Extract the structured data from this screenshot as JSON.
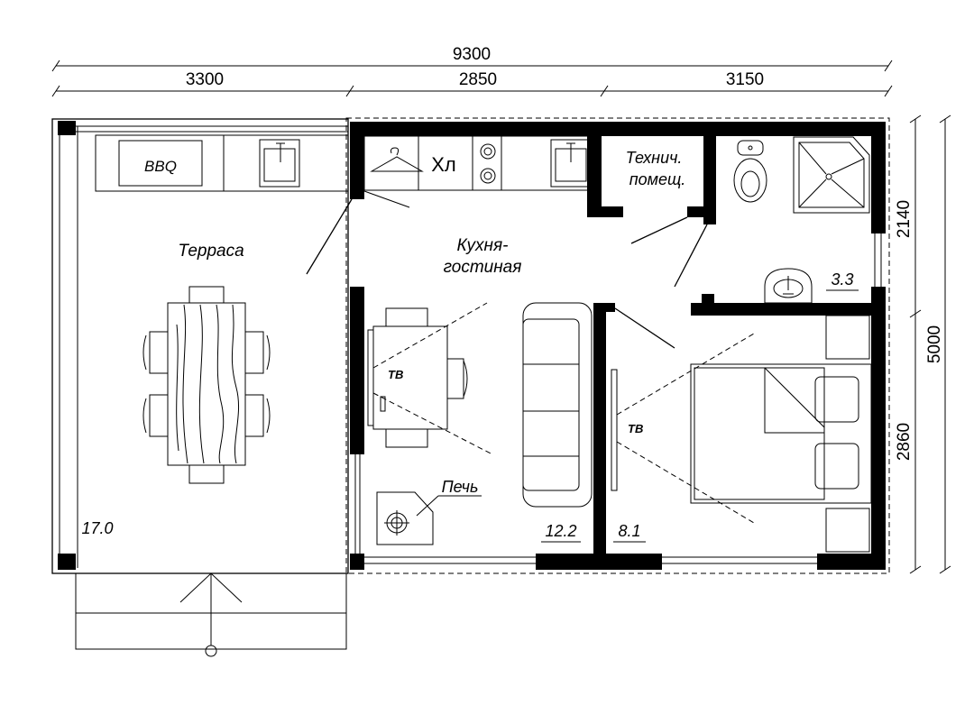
{
  "dimensions": {
    "total_width": "9300",
    "seg1": "3300",
    "seg2": "2850",
    "seg3": "3150",
    "height_top": "2140",
    "height_bottom": "2860",
    "height_total": "5000"
  },
  "rooms": {
    "terrace": {
      "name": "Терраса",
      "area": "17.0"
    },
    "kitchen": {
      "name_line1": "Кухня-",
      "name_line2": "гостиная",
      "area": "12.2"
    },
    "tech": {
      "name_line1": "Технич.",
      "name_line2": "помещ."
    },
    "bathroom": {
      "area": "3.3"
    },
    "bedroom": {
      "area": "8.1"
    }
  },
  "fixtures": {
    "bbq": "BBQ",
    "fridge": "Хл",
    "tv_living": "ТВ",
    "tv_bedroom": "ТВ",
    "stove_label": "Печь"
  }
}
